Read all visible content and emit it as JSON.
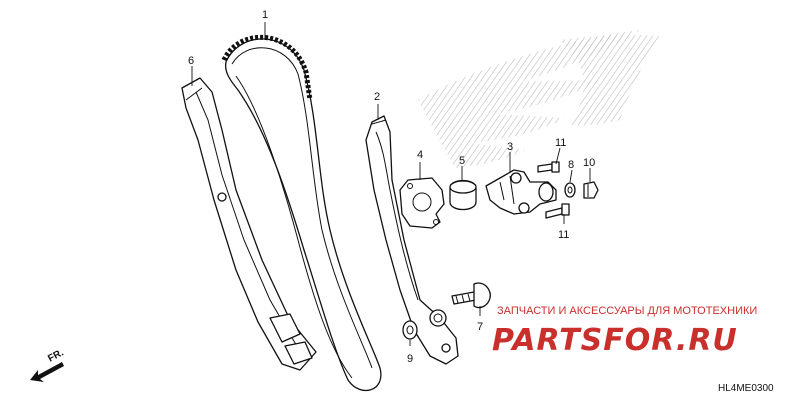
{
  "diagram": {
    "callouts": [
      {
        "id": "c1",
        "label": "1",
        "part": "cam-chain"
      },
      {
        "id": "c2",
        "label": "2",
        "part": "tensioner-slipper"
      },
      {
        "id": "c3",
        "label": "3",
        "part": "tensioner-lifter"
      },
      {
        "id": "c4",
        "label": "4",
        "part": "gasket"
      },
      {
        "id": "c5",
        "label": "5",
        "part": "collar"
      },
      {
        "id": "c6",
        "label": "6",
        "part": "guide"
      },
      {
        "id": "c7",
        "label": "7",
        "part": "pivot-bolt"
      },
      {
        "id": "c8",
        "label": "8",
        "part": "washer"
      },
      {
        "id": "c9",
        "label": "9",
        "part": "washer"
      },
      {
        "id": "c10",
        "label": "10",
        "part": "plug-bolt"
      },
      {
        "id": "c11a",
        "label": "11",
        "part": "bolt"
      },
      {
        "id": "c11b",
        "label": "11",
        "part": "bolt"
      }
    ],
    "direction_label": "FR.",
    "diagram_code": "HL4ME0300"
  },
  "watermark": {
    "text": "ЗАПЧАСТИ И АКСЕССУАРЫ ДЛЯ МОТОТЕХНИКИ",
    "logo": "PARTSFOR.RU",
    "color": "#c9302c"
  },
  "colors": {
    "line": "#111111",
    "logo_hatch": "#bdbdbd"
  }
}
